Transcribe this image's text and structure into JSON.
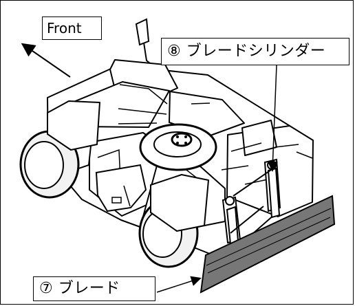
{
  "labels": {
    "front": "Front",
    "blade_cylinder": "⑧ ブレードシリンダー",
    "blade": "⑦ ブレード"
  },
  "colors": {
    "line": "#000000",
    "background": "#ffffff",
    "blade_fill": "#777777",
    "tire_fill": "#f2f2f2"
  },
  "icons": {
    "front_direction": "arrow-up-left-icon",
    "blade_cylinder_pointer": "arrow-down-icon",
    "blade_pointer": "arrow-right-icon"
  }
}
